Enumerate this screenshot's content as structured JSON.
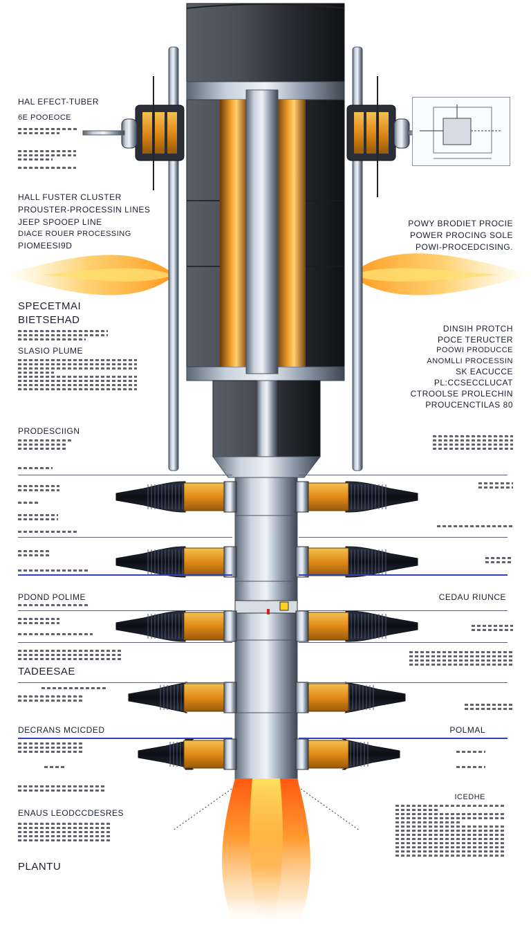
{
  "left_labels": {
    "hall_title": "HAL EFECT-TUBER",
    "hall_sub": "6E POOEOCE",
    "cluster_1": "HALL FUSTER   CLUSTER",
    "cluster_2": "PROUSTER-PROCESSIN LINES",
    "cluster_3": "JEEP SPOOEP LINE",
    "cluster_4": "DIACE ROUER PROCESSING",
    "cluster_5": "PIOMEESI9D",
    "spectral": "SPECETMAI",
    "spectral_sub": "BIETSEHAD",
    "plume": "SLASIO PLUME",
    "procession": "PRODESCIIGN",
    "plume_2": "PDOND POLIME",
    "tadeesae": "TADEESAE",
    "decrans": "DECRANS MCICDED",
    "enaus": "ENAUS LEODCCDESRES",
    "plantu": "PLANTU"
  },
  "right_labels": {
    "pow_1": "POWY BRODIET PROCIE",
    "pow_2": "POWER PROCING SOLE",
    "pow_3": "POWI-PROCEDCISING.",
    "r_1": "DINSIH PROTCH",
    "r_2": "POCE TERUCTER",
    "r_3": "POOWI PRODUCCE",
    "r_4": "ANOMLLI PROCESSIN",
    "r_5": "SK EACUCCE",
    "r_6": "PL:CCSECCLUCAT",
    "r_7": "CTROOLSE PROLECHIN",
    "r_8": "PROUCENCTILAS 80",
    "cedau": "CEDAU RIUNCE",
    "polmal": "POLMAL",
    "icedhe": "ICEDHE"
  },
  "colors": {
    "plume_orange": "#ff8a1a",
    "plume_yellow": "#ffe070",
    "steel": "#9aa6b6",
    "dark_body": "#3a3d44",
    "copper": "#d88a1a",
    "rule_blue": "#3040b0"
  }
}
